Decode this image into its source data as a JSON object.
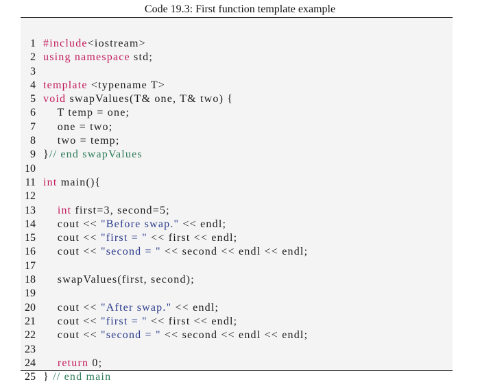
{
  "caption": "Code 19.3: First function template example",
  "colors": {
    "keyword": "#c2185b",
    "string": "#2a3a8c",
    "comment": "#2e7d5b",
    "text": "#1a1a1a",
    "code_background": "#f4f4f4"
  },
  "line_numbers": [
    "1",
    "2",
    "3",
    "4",
    "5",
    "6",
    "7",
    "8",
    "9",
    "10",
    "11",
    "12",
    "13",
    "14",
    "15",
    "16",
    "17",
    "18",
    "19",
    "20",
    "21",
    "22",
    "23",
    "24",
    "25"
  ],
  "code": {
    "l1": {
      "a": "#include",
      "b": "<iostream>"
    },
    "l2": {
      "a": "using namespace",
      "b": " std;"
    },
    "l3": {},
    "l4": {
      "a": "template",
      "b": " <typename T>"
    },
    "l5": {
      "a": "void",
      "b": " swapValues(T& one, T& two) {"
    },
    "l6": {
      "a": "    T temp = one;"
    },
    "l7": {
      "a": "    one = two;"
    },
    "l8": {
      "a": "    two = temp;"
    },
    "l9": {
      "a": "}",
      "b": "// end swapValues"
    },
    "l10": {},
    "l11": {
      "a": "int",
      "b": " main(){"
    },
    "l12": {},
    "l13": {
      "a": "    ",
      "b": "int",
      "c": " first=3, second=5;"
    },
    "l14": {
      "a": "    cout << ",
      "b": "\"Before swap.\"",
      "c": " << endl;"
    },
    "l15": {
      "a": "    cout << ",
      "b": "\"first = \"",
      "c": " << first << endl;"
    },
    "l16": {
      "a": "    cout << ",
      "b": "\"second = \"",
      "c": " << second << endl << endl;"
    },
    "l17": {},
    "l18": {
      "a": "    swapValues(first, second);"
    },
    "l19": {},
    "l20": {
      "a": "    cout << ",
      "b": "\"After swap.\"",
      "c": " << endl;"
    },
    "l21": {
      "a": "    cout << ",
      "b": "\"first = \"",
      "c": " << first << endl;"
    },
    "l22": {
      "a": "    cout << ",
      "b": "\"second = \"",
      "c": " << second << endl << endl;"
    },
    "l23": {},
    "l24": {
      "a": "    ",
      "b": "return",
      "c": " 0;"
    },
    "l25": {
      "a": "} ",
      "b": "// end main"
    }
  }
}
